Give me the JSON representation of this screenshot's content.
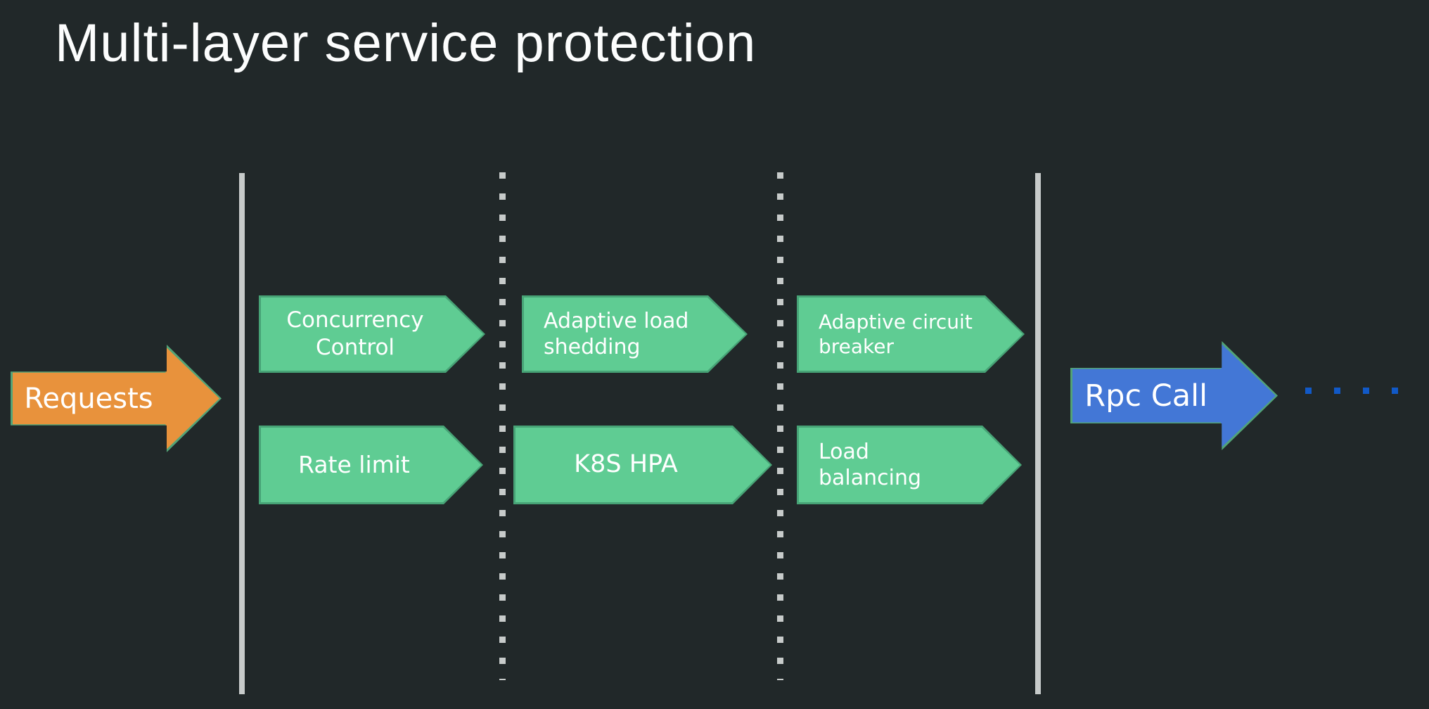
{
  "title": "Multi-layer service protection",
  "colors": {
    "background": "#212829",
    "stage_fill": "#5FCC93",
    "stage_border": "#47A376",
    "input_fill": "#E8923C",
    "output_fill": "#4377D6",
    "arrow_border": "#52A377",
    "line": "#C7CBCA",
    "ellipsis_dot": "#1159C7",
    "text": "#FFFFFF"
  },
  "input_arrow": {
    "label": "Requests"
  },
  "output_arrow": {
    "label": "Rpc Call"
  },
  "stages": [
    {
      "top": "Concurrency Control",
      "bottom": "Rate limit"
    },
    {
      "top": "Adaptive load shedding",
      "bottom": "K8S HPA"
    },
    {
      "top": "Adaptive circuit breaker",
      "bottom": "Load balancing"
    }
  ]
}
